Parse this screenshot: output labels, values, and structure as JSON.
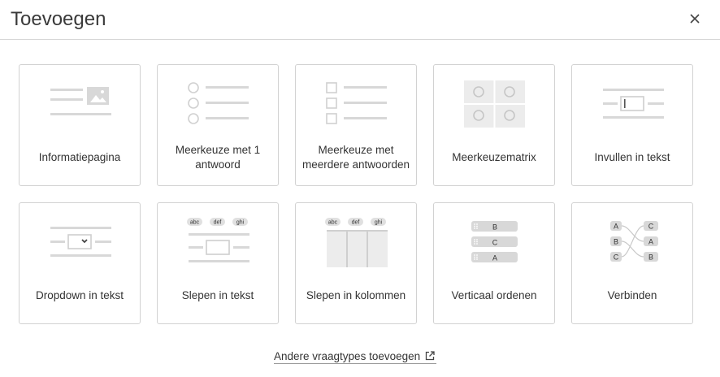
{
  "dialog": {
    "title": "Toevoegen",
    "close_icon": "close-icon"
  },
  "question_types": [
    {
      "label": "Informatiepagina",
      "icon": "information-page-icon"
    },
    {
      "label": "Meerkeuze met 1 antwoord",
      "icon": "multiple-choice-single-icon"
    },
    {
      "label": "Meerkeuze met meerdere antwoorden",
      "icon": "multiple-choice-multi-icon"
    },
    {
      "label": "Meerkeuzematrix",
      "icon": "choice-matrix-icon"
    },
    {
      "label": "Invullen in tekst",
      "icon": "fill-in-text-icon"
    },
    {
      "label": "Dropdown in tekst",
      "icon": "dropdown-in-text-icon"
    },
    {
      "label": "Slepen in tekst",
      "icon": "drag-in-text-icon"
    },
    {
      "label": "Slepen in kolommen",
      "icon": "drag-in-columns-icon"
    },
    {
      "label": "Verticaal ordenen",
      "icon": "vertical-order-icon"
    },
    {
      "label": "Verbinden",
      "icon": "connect-icon"
    }
  ],
  "illustration_text": {
    "tags": [
      "abc",
      "def",
      "ghi"
    ],
    "order_items": [
      "B",
      "C",
      "A"
    ],
    "connect_left": [
      "A",
      "B",
      "C"
    ],
    "connect_right": [
      "C",
      "A",
      "B"
    ]
  },
  "footer": {
    "link_label": "Andere vraagtypes toevoegen",
    "link_icon": "external-link-icon"
  }
}
